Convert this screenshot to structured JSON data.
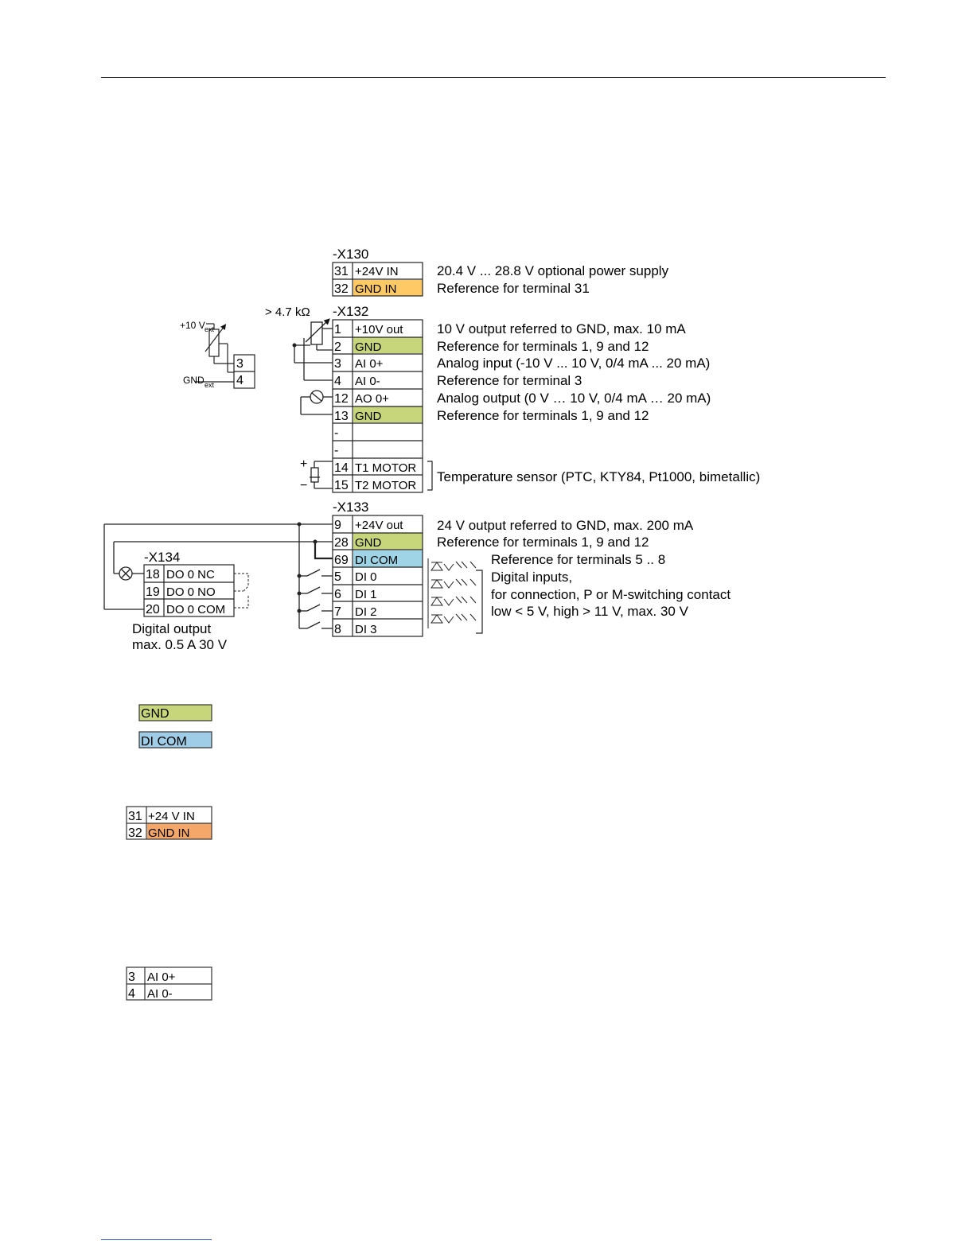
{
  "x130": {
    "header": "-X130",
    "rows": [
      {
        "num": "31",
        "name": "+24V IN",
        "desc": "20.4 V ... 28.8 V optional power supply"
      },
      {
        "num": "32",
        "name": "GND IN",
        "desc": "Reference for terminal 31"
      }
    ]
  },
  "x132": {
    "header": "-X132",
    "pot_label": "> 4.7 kΩ",
    "rows": [
      {
        "num": "1",
        "name": "+10V out",
        "desc": "10 V output referred to GND, max. 10 mA"
      },
      {
        "num": "2",
        "name": "GND",
        "desc": "Reference for terminals 1, 9 and 12"
      },
      {
        "num": "3",
        "name": "AI 0+",
        "desc": "Analog input (-10 V ... 10 V, 0/4 mA ... 20 mA)"
      },
      {
        "num": "4",
        "name": "AI 0-",
        "desc": "Reference for terminal 3"
      },
      {
        "num": "12",
        "name": "AO 0+",
        "desc": "Analog output (0 V … 10 V, 0/4 mA … 20 mA)"
      },
      {
        "num": "13",
        "name": "GND",
        "desc": "Reference for terminals 1, 9 and 12"
      },
      {
        "num": "-",
        "name": "",
        "desc": ""
      },
      {
        "num": "-",
        "name": "",
        "desc": ""
      },
      {
        "num": "14",
        "name": "T1 MOTOR",
        "desc": ""
      },
      {
        "num": "15",
        "name": "T2 MOTOR",
        "desc": ""
      }
    ],
    "temp_desc": "Temperature sensor (PTC, KTY84, Pt1000, bimetallic)"
  },
  "ext_supply": {
    "v_label": "+10 V",
    "v_sub": "ext",
    "gnd_label": "GND",
    "gnd_sub": "ext",
    "terminals": [
      "3",
      "4"
    ]
  },
  "x133": {
    "header": "-X133",
    "rows": [
      {
        "num": "9",
        "name": "+24V out",
        "desc": "24 V output referred to GND, max. 200 mA"
      },
      {
        "num": "28",
        "name": "GND",
        "desc": "Reference for terminals 1, 9 and 12"
      },
      {
        "num": "69",
        "name": "DI COM",
        "desc": "Reference for terminals 5 .. 8"
      },
      {
        "num": "5",
        "name": "DI 0",
        "desc": ""
      },
      {
        "num": "6",
        "name": "DI 1",
        "desc": ""
      },
      {
        "num": "7",
        "name": "DI 2",
        "desc": ""
      },
      {
        "num": "8",
        "name": "DI 3",
        "desc": ""
      }
    ],
    "di_desc": [
      "Digital inputs,",
      "for connection, P or M-switching contact",
      "low < 5 V, high > 11 V, max. 30 V"
    ]
  },
  "x134": {
    "header": "-X134",
    "rows": [
      {
        "num": "18",
        "name": "DO 0 NC"
      },
      {
        "num": "19",
        "name": "DO 0 NO"
      },
      {
        "num": "20",
        "name": "DO 0 COM"
      }
    ],
    "caption": [
      "Digital output",
      "max. 0.5 A  30 V"
    ]
  },
  "legend": {
    "gnd": "GND",
    "dicom": "DI COM",
    "power_rows": [
      {
        "num": "31",
        "name": "+24 V IN"
      },
      {
        "num": "32",
        "name": "GND IN"
      }
    ],
    "ai_rows": [
      {
        "num": "3",
        "name": "AI 0+"
      },
      {
        "num": "4",
        "name": "AI 0-"
      }
    ]
  },
  "colors": {
    "gnd_in": "#FFC966",
    "gnd": "#C7D67A",
    "dicom": "#9ED4E6",
    "gnd_in_legend": "#F5A76A",
    "dicom_legend": "#9FCCE6"
  }
}
